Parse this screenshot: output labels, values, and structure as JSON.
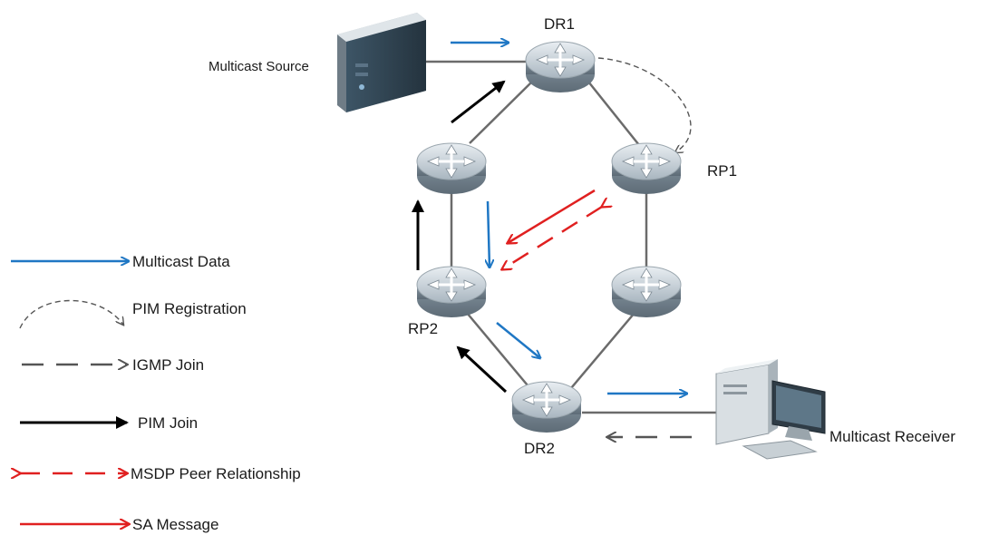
{
  "nodes": {
    "dr1": "DR1",
    "rp1": "RP1",
    "rp2": "RP2",
    "dr2": "DR2",
    "source": "Multicast Source",
    "receiver": "Multicast Receiver"
  },
  "legend": [
    {
      "key": "multicast_data",
      "label": "Multicast Data"
    },
    {
      "key": "pim_registration",
      "label": "PIM Registration"
    },
    {
      "key": "igmp_join",
      "label": "IGMP Join"
    },
    {
      "key": "pim_join",
      "label": "PIM Join"
    },
    {
      "key": "msdp_peer",
      "label": "MSDP Peer Relationship"
    },
    {
      "key": "sa_message",
      "label": "SA Message"
    }
  ],
  "colors": {
    "blue": "#1f77c4",
    "red": "#e02020",
    "black": "#000000",
    "gray": "#555555",
    "link": "#6b6b6b"
  },
  "icons": {
    "router": "router-icon",
    "server": "server-icon",
    "workstation": "workstation-icon"
  }
}
